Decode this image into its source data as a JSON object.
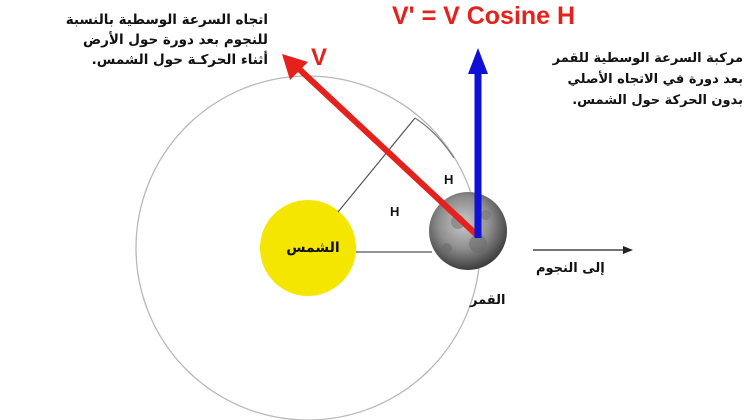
{
  "formula": "V' = V Cosine H",
  "vector_label": "V",
  "angle_labels": [
    "H",
    "H"
  ],
  "left_note": [
    "اتجاه السرعة الوسطية بالنسبة",
    "للنجوم بعد دورة حول الأرض",
    "أثناء الحركـة حول الشمس."
  ],
  "right_note": [
    "مركبة السرعة الوسطية للقمر",
    "بعد دورة في الاتجاه الأصلي",
    "بدون الحركة حول الشمس."
  ],
  "sun_label": "الشمس",
  "stars_label": "إلى النجوم",
  "moon_label": "القمر",
  "colors": {
    "red_vector": "#e5211c",
    "blue_vector": "#1010d6",
    "sun": "#f5e600",
    "orbit": "#b8b8b8"
  }
}
